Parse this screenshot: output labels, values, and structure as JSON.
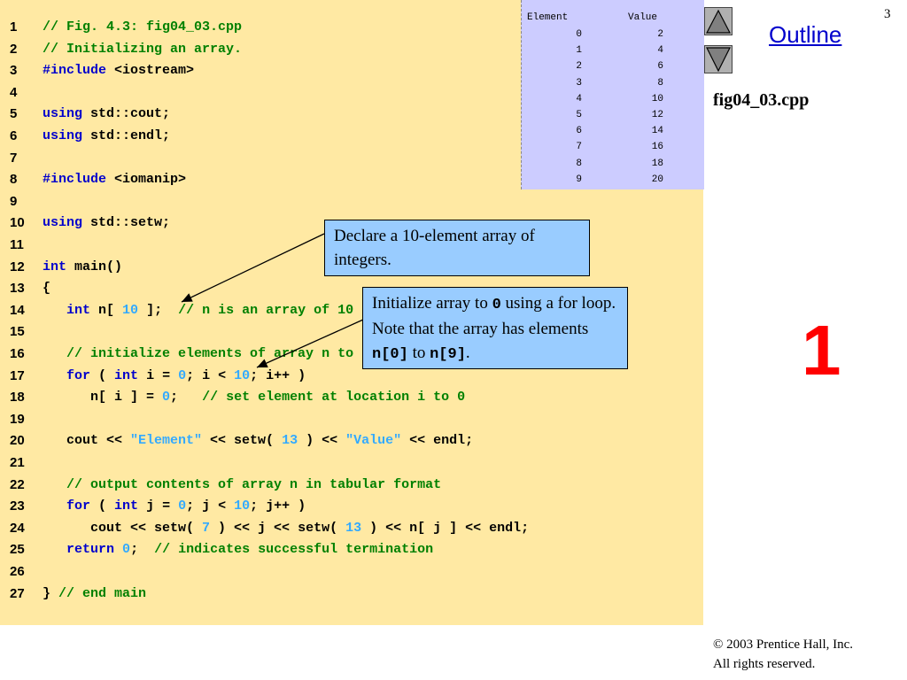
{
  "page_number": "3",
  "outline_label": "Outline",
  "file_name": "fig04_03.cpp",
  "big_mark": "1",
  "nav": {
    "up_icon": "triangle-up-icon",
    "down_icon": "triangle-down-icon"
  },
  "colors": {
    "code_bg": "#ffe9a3",
    "callout_bg": "#99ccff",
    "output_bg": "#ccccff",
    "keyword": "#0000cc",
    "comment": "#008000",
    "number": "#33aaff",
    "mark": "#ff0000"
  },
  "code_lines": [
    {
      "n": "1",
      "parts": [
        {
          "t": "// Fig. 4.3: fig04_03.cpp",
          "c": "cm"
        }
      ]
    },
    {
      "n": "2",
      "parts": [
        {
          "t": "// Initializing an array.",
          "c": "cm"
        }
      ]
    },
    {
      "n": "3",
      "parts": [
        {
          "t": "#include",
          "c": "kw"
        },
        {
          "t": " <iostream>",
          "c": "text"
        }
      ]
    },
    {
      "n": "4",
      "parts": []
    },
    {
      "n": "5",
      "parts": [
        {
          "t": "using",
          "c": "kw"
        },
        {
          "t": " std::cout;",
          "c": "text"
        }
      ]
    },
    {
      "n": "6",
      "parts": [
        {
          "t": "using",
          "c": "kw"
        },
        {
          "t": " std::endl;",
          "c": "text"
        }
      ]
    },
    {
      "n": "7",
      "parts": []
    },
    {
      "n": "8",
      "parts": [
        {
          "t": "#include",
          "c": "kw"
        },
        {
          "t": " <iomanip>",
          "c": "text"
        }
      ]
    },
    {
      "n": "9",
      "parts": []
    },
    {
      "n": "10",
      "parts": [
        {
          "t": "using",
          "c": "kw"
        },
        {
          "t": " std::setw;",
          "c": "text"
        }
      ]
    },
    {
      "n": "11",
      "parts": []
    },
    {
      "n": "12",
      "parts": [
        {
          "t": "int",
          "c": "kw"
        },
        {
          "t": " main()",
          "c": "text"
        }
      ]
    },
    {
      "n": "13",
      "parts": [
        {
          "t": "{",
          "c": "text"
        }
      ]
    },
    {
      "n": "14",
      "parts": [
        {
          "t": "   ",
          "c": "text"
        },
        {
          "t": "int",
          "c": "kw"
        },
        {
          "t": " n[ ",
          "c": "text"
        },
        {
          "t": "10",
          "c": "num"
        },
        {
          "t": " ];  ",
          "c": "text"
        },
        {
          "t": "// n is an array of 10 integers",
          "c": "cm"
        }
      ]
    },
    {
      "n": "15",
      "parts": []
    },
    {
      "n": "16",
      "parts": [
        {
          "t": "   ",
          "c": "text"
        },
        {
          "t": "// initialize elements of array n to 0",
          "c": "cm"
        }
      ]
    },
    {
      "n": "17",
      "parts": [
        {
          "t": "   ",
          "c": "text"
        },
        {
          "t": "for",
          "c": "kw"
        },
        {
          "t": " ( ",
          "c": "text"
        },
        {
          "t": "int",
          "c": "kw"
        },
        {
          "t": " i = ",
          "c": "text"
        },
        {
          "t": "0",
          "c": "num"
        },
        {
          "t": "; i < ",
          "c": "text"
        },
        {
          "t": "10",
          "c": "num"
        },
        {
          "t": "; i++ )",
          "c": "text"
        }
      ]
    },
    {
      "n": "18",
      "parts": [
        {
          "t": "      n[ i ] = ",
          "c": "text"
        },
        {
          "t": "0",
          "c": "num"
        },
        {
          "t": ";   ",
          "c": "text"
        },
        {
          "t": "// set element at location i to 0",
          "c": "cm"
        }
      ]
    },
    {
      "n": "19",
      "parts": []
    },
    {
      "n": "20",
      "parts": [
        {
          "t": "   cout << ",
          "c": "text"
        },
        {
          "t": "\"Element\"",
          "c": "str"
        },
        {
          "t": " << setw( ",
          "c": "text"
        },
        {
          "t": "13",
          "c": "num"
        },
        {
          "t": " ) << ",
          "c": "text"
        },
        {
          "t": "\"Value\"",
          "c": "str"
        },
        {
          "t": " << endl;",
          "c": "text"
        }
      ]
    },
    {
      "n": "21",
      "parts": []
    },
    {
      "n": "22",
      "parts": [
        {
          "t": "   ",
          "c": "text"
        },
        {
          "t": "// output contents of array n in tabular format",
          "c": "cm"
        }
      ]
    },
    {
      "n": "23",
      "parts": [
        {
          "t": "   ",
          "c": "text"
        },
        {
          "t": "for",
          "c": "kw"
        },
        {
          "t": " ( ",
          "c": "text"
        },
        {
          "t": "int",
          "c": "kw"
        },
        {
          "t": " j = ",
          "c": "text"
        },
        {
          "t": "0",
          "c": "num"
        },
        {
          "t": "; j < ",
          "c": "text"
        },
        {
          "t": "10",
          "c": "num"
        },
        {
          "t": "; j++ )",
          "c": "text"
        }
      ]
    },
    {
      "n": "24",
      "parts": [
        {
          "t": "      cout << setw( ",
          "c": "text"
        },
        {
          "t": "7",
          "c": "num"
        },
        {
          "t": " ) << j << setw( ",
          "c": "text"
        },
        {
          "t": "13",
          "c": "num"
        },
        {
          "t": " ) << n[ j ] << endl;",
          "c": "text"
        }
      ]
    },
    {
      "n": "25",
      "parts": [
        {
          "t": "   ",
          "c": "text"
        },
        {
          "t": "return",
          "c": "kw"
        },
        {
          "t": " ",
          "c": "text"
        },
        {
          "t": "0",
          "c": "num"
        },
        {
          "t": ";  ",
          "c": "text"
        },
        {
          "t": "// indicates successful termination",
          "c": "cm"
        }
      ]
    },
    {
      "n": "26",
      "parts": []
    },
    {
      "n": "27",
      "parts": [
        {
          "t": "} ",
          "c": "text"
        },
        {
          "t": "// end main",
          "c": "cm"
        }
      ]
    }
  ],
  "output": {
    "headers": [
      "Element",
      "Value"
    ],
    "rows": [
      [
        "0",
        "2"
      ],
      [
        "1",
        "4"
      ],
      [
        "2",
        "6"
      ],
      [
        "3",
        "8"
      ],
      [
        "4",
        "10"
      ],
      [
        "5",
        "12"
      ],
      [
        "6",
        "14"
      ],
      [
        "7",
        "16"
      ],
      [
        "8",
        "18"
      ],
      [
        "9",
        "20"
      ]
    ]
  },
  "callout1": {
    "text": "Declare a 10-element array of integers."
  },
  "callout2": {
    "pre": "Initialize array to ",
    "code1": "0",
    "mid": " using a for loop. Note that the array has elements ",
    "code2": "n[0]",
    "to": " to ",
    "code3": "n[9]",
    "end": "."
  },
  "footer": {
    "line1": "© 2003 Prentice Hall, Inc.",
    "line2": "All rights reserved."
  }
}
